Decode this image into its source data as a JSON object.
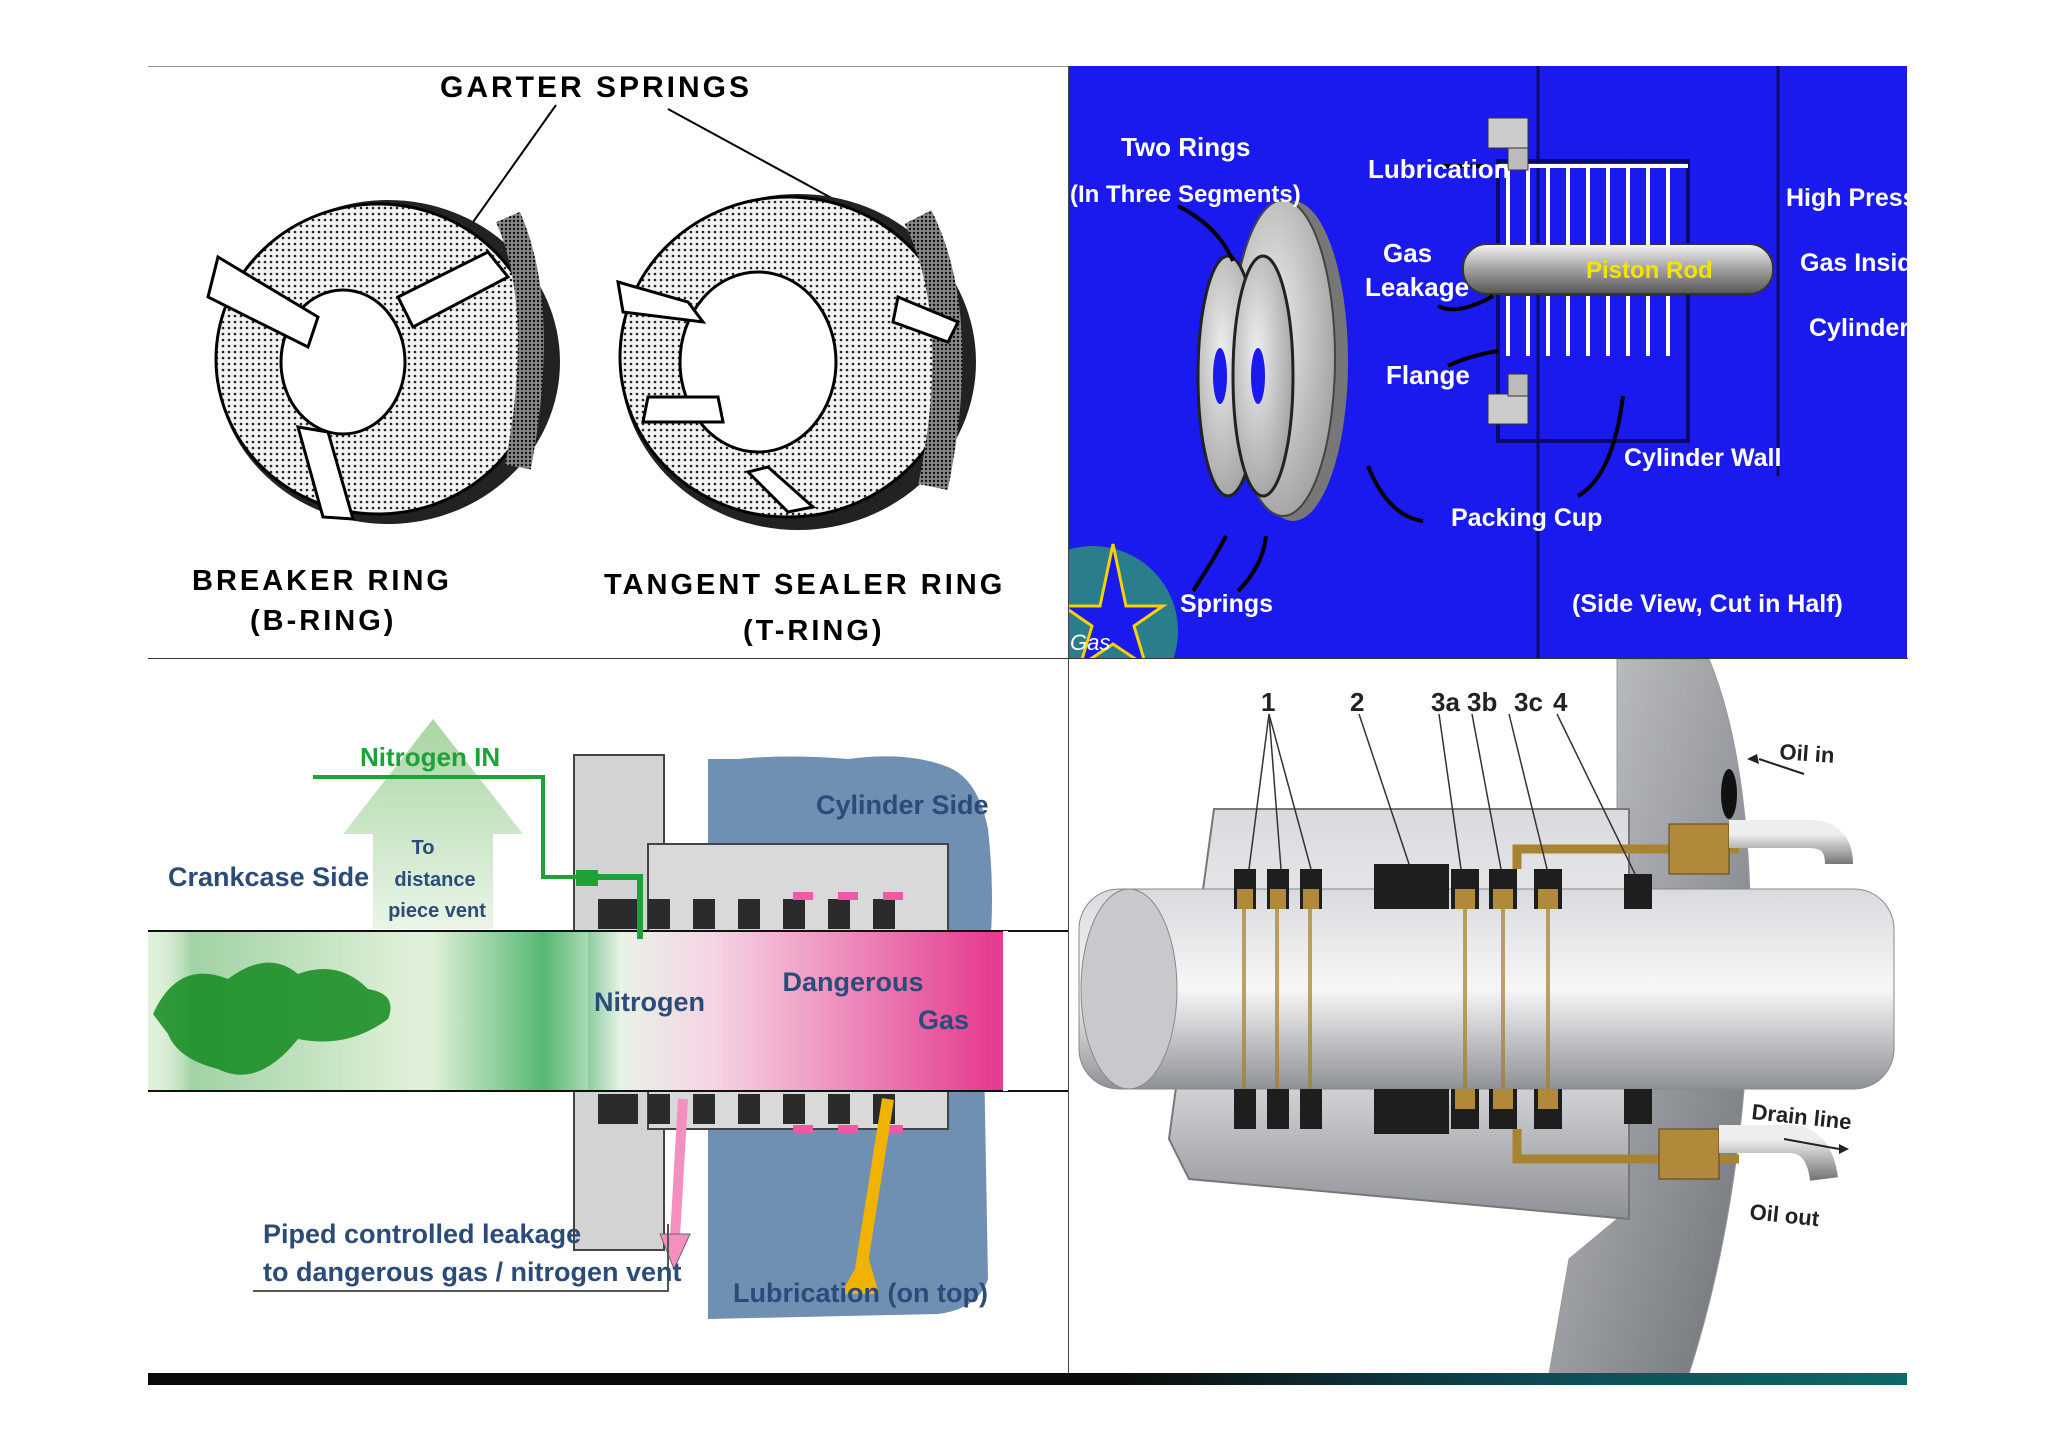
{
  "panel1": {
    "garter_springs": "GARTER SPRINGS",
    "breaker_ring_line1": "BREAKER RING",
    "breaker_ring_line2": "(B-RING)",
    "tangent_ring_line1": "TANGENT SEALER RING",
    "tangent_ring_line2": "(T-RING)"
  },
  "panel2": {
    "two_rings_line1": "Two Rings",
    "two_rings_line2": "(In Three Segments)",
    "lubrication": "Lubrication",
    "gas_leakage_line1": "Gas",
    "gas_leakage_line2": "Leakage",
    "flange": "Flange",
    "piston_rod": "Piston Rod",
    "high_pressure": "High Pressure",
    "gas_inside": "Gas Inside",
    "cylinder": "Cylinder",
    "cylinder_wall": "Cylinder Wall",
    "packing_cup": "Packing Cup",
    "springs": "Springs",
    "side_view": "(Side View, Cut in Half)",
    "logo_text": "Gas",
    "colors": {
      "background": "#1a1aee",
      "label": "#ffffff"
    }
  },
  "panel3": {
    "nitrogen_in": "Nitrogen IN",
    "to_distance_line1": "To",
    "to_distance_line2": "distance",
    "to_distance_line3": "piece vent",
    "crankcase_side": "Crankcase Side",
    "cylinder_side": "Cylinder Side",
    "nitrogen": "Nitrogen",
    "dangerous_line1": "Dangerous",
    "dangerous_line2": "Gas",
    "piped_line1": "Piped controlled leakage",
    "piped_line2": "to dangerous gas / nitrogen vent",
    "lubrication_on_top": "Lubrication (on top)",
    "colors": {
      "nitrogen": "#1fa13a",
      "dangerous": "#e2438f",
      "cylinder_body": "#6f8fb3",
      "lubrication": "#f0b400"
    }
  },
  "panel4": {
    "labels": [
      "1",
      "2",
      "3a",
      "3b",
      "3c",
      "4"
    ],
    "oil_in": "Oil in",
    "drain_line": "Drain line",
    "oil_out": "Oil out"
  }
}
